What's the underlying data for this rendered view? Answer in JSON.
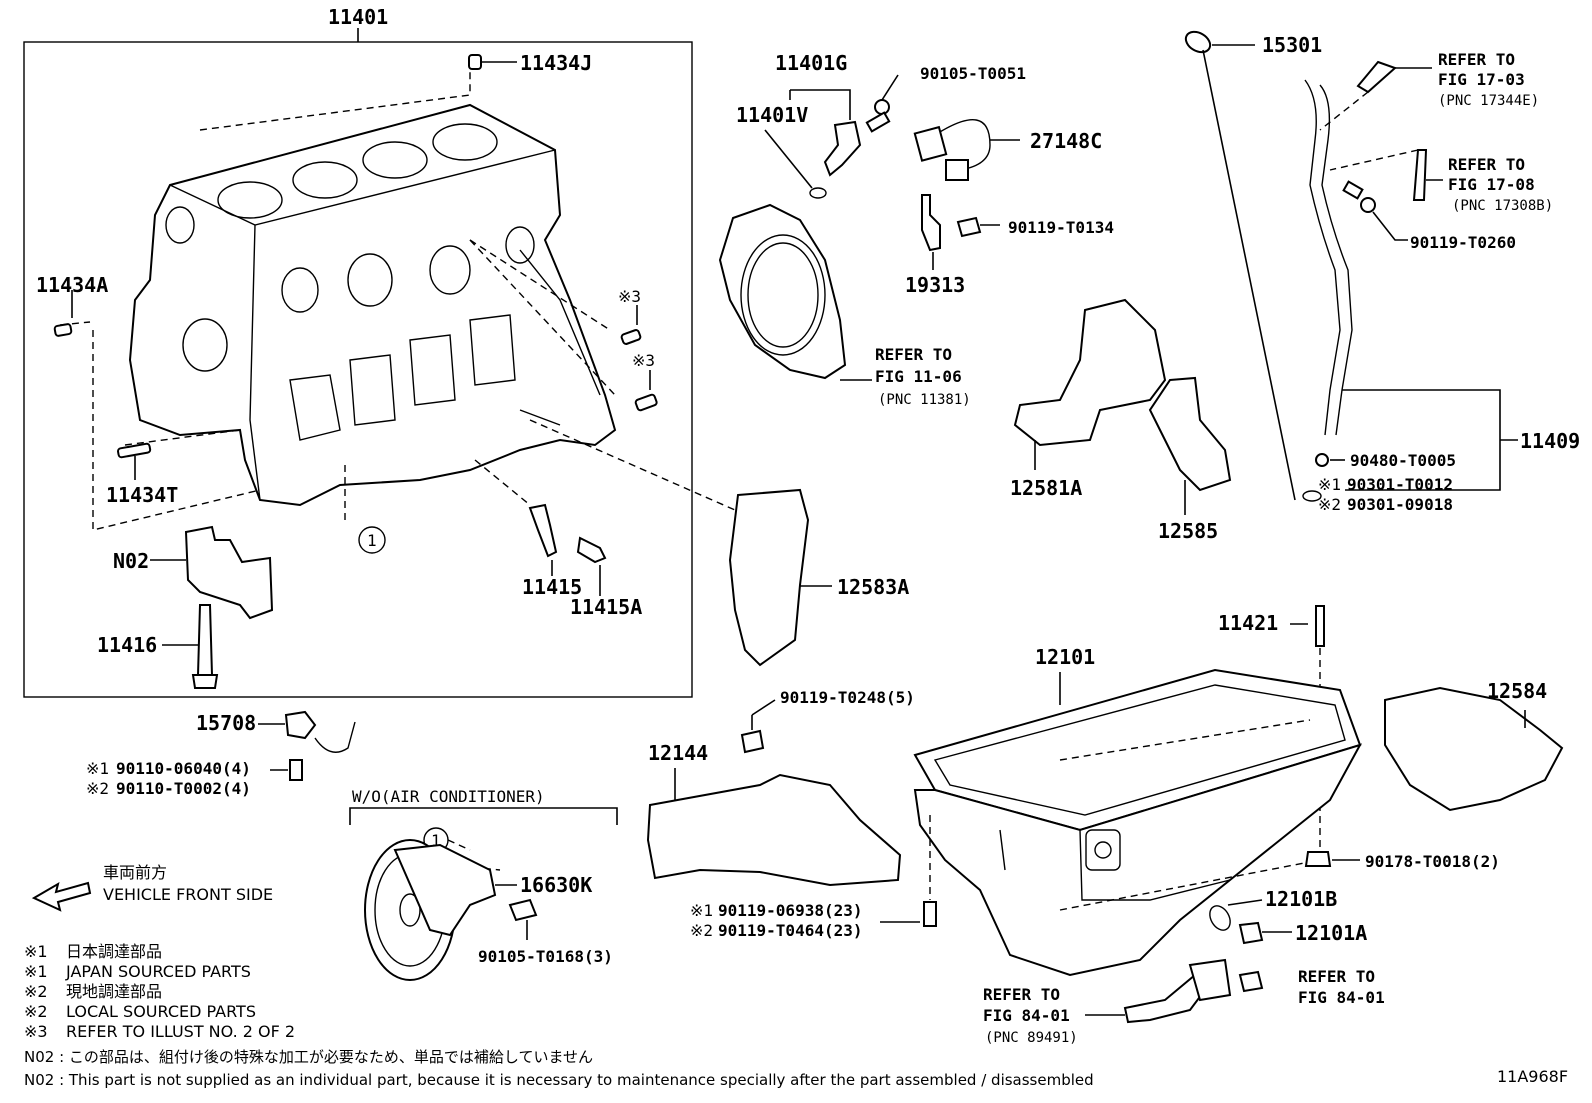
{
  "labels": {
    "p11401": "11401",
    "p11434J": "11434J",
    "p11434A": "11434A",
    "p11434T": "11434T",
    "pN02": "N02",
    "p11416": "11416",
    "p11415": "11415",
    "p11415A": "11415A",
    "p11401G": "11401G",
    "p11401V": "11401V",
    "p90105_T0051": "90105-T0051",
    "p27148C": "27148C",
    "p90119_T0134": "90119-T0134",
    "p19313": "19313",
    "p15301": "15301",
    "p90119_T0260": "90119-T0260",
    "p11409": "11409",
    "p90480_T0005": "90480-T0005",
    "p90301_T0012": "90301-T0012",
    "p90301_09018": "90301-09018",
    "p12581A": "12581A",
    "p12585": "12585",
    "p12583A": "12583A",
    "p11421": "11421",
    "p12101": "12101",
    "p12584": "12584",
    "p90178_T0018": "90178-T0018(2)",
    "p12101B": "12101B",
    "p12101A": "12101A",
    "p12144": "12144",
    "p90119_T0248": "90119-T0248(5)",
    "p90119_06938": "90119-06938(23)",
    "p90119_T0464": "90119-T0464(23)",
    "p15708": "15708",
    "p90110_06040": "90110-06040(4)",
    "p90110_T0002": "90110-T0002(4)",
    "p16630K": "16630K",
    "p90105_T0168": "90105-T0168(3)",
    "wo_air": "W/O(AIR CONDITIONER)",
    "mark1": "※1",
    "mark2": "※2",
    "mark3": "※3",
    "circle1": "1"
  },
  "references": {
    "ref_11_06": {
      "line1": "REFER TO",
      "line2": "FIG 11-06",
      "line3": "(PNC 11381)"
    },
    "ref_17_03": {
      "line1": "REFER TO",
      "line2": "FIG 17-03",
      "line3": "(PNC 17344E)"
    },
    "ref_17_08": {
      "line1": "REFER TO",
      "line2": "FIG 17-08",
      "line3": "(PNC 17308B)"
    },
    "ref_84_01_a": {
      "line1": "REFER TO",
      "line2": "FIG 84-01",
      "line3": "(PNC 89491)"
    },
    "ref_84_01_b": {
      "line1": "REFER TO",
      "line2": "FIG 84-01"
    }
  },
  "front": {
    "jp": "車両前方",
    "en": "VEHICLE FRONT SIDE"
  },
  "legend": [
    {
      "mark": "※1",
      "text": "日本調達部品"
    },
    {
      "mark": "※1",
      "text": "JAPAN SOURCED PARTS"
    },
    {
      "mark": "※2",
      "text": "現地調達部品"
    },
    {
      "mark": "※2",
      "text": "LOCAL SOURCED PARTS"
    },
    {
      "mark": "※3",
      "text": "REFER TO ILLUST NO. 2 OF 2"
    }
  ],
  "notes": {
    "jp": "N02 : この部品は、組付け後の特殊な加工が必要なため、単品では補給していません",
    "en": "N02 : This part is not supplied as an individual part, because it is necessary to maintenance specially after the part assembled / disassembled"
  },
  "figure_code": "11A968F"
}
